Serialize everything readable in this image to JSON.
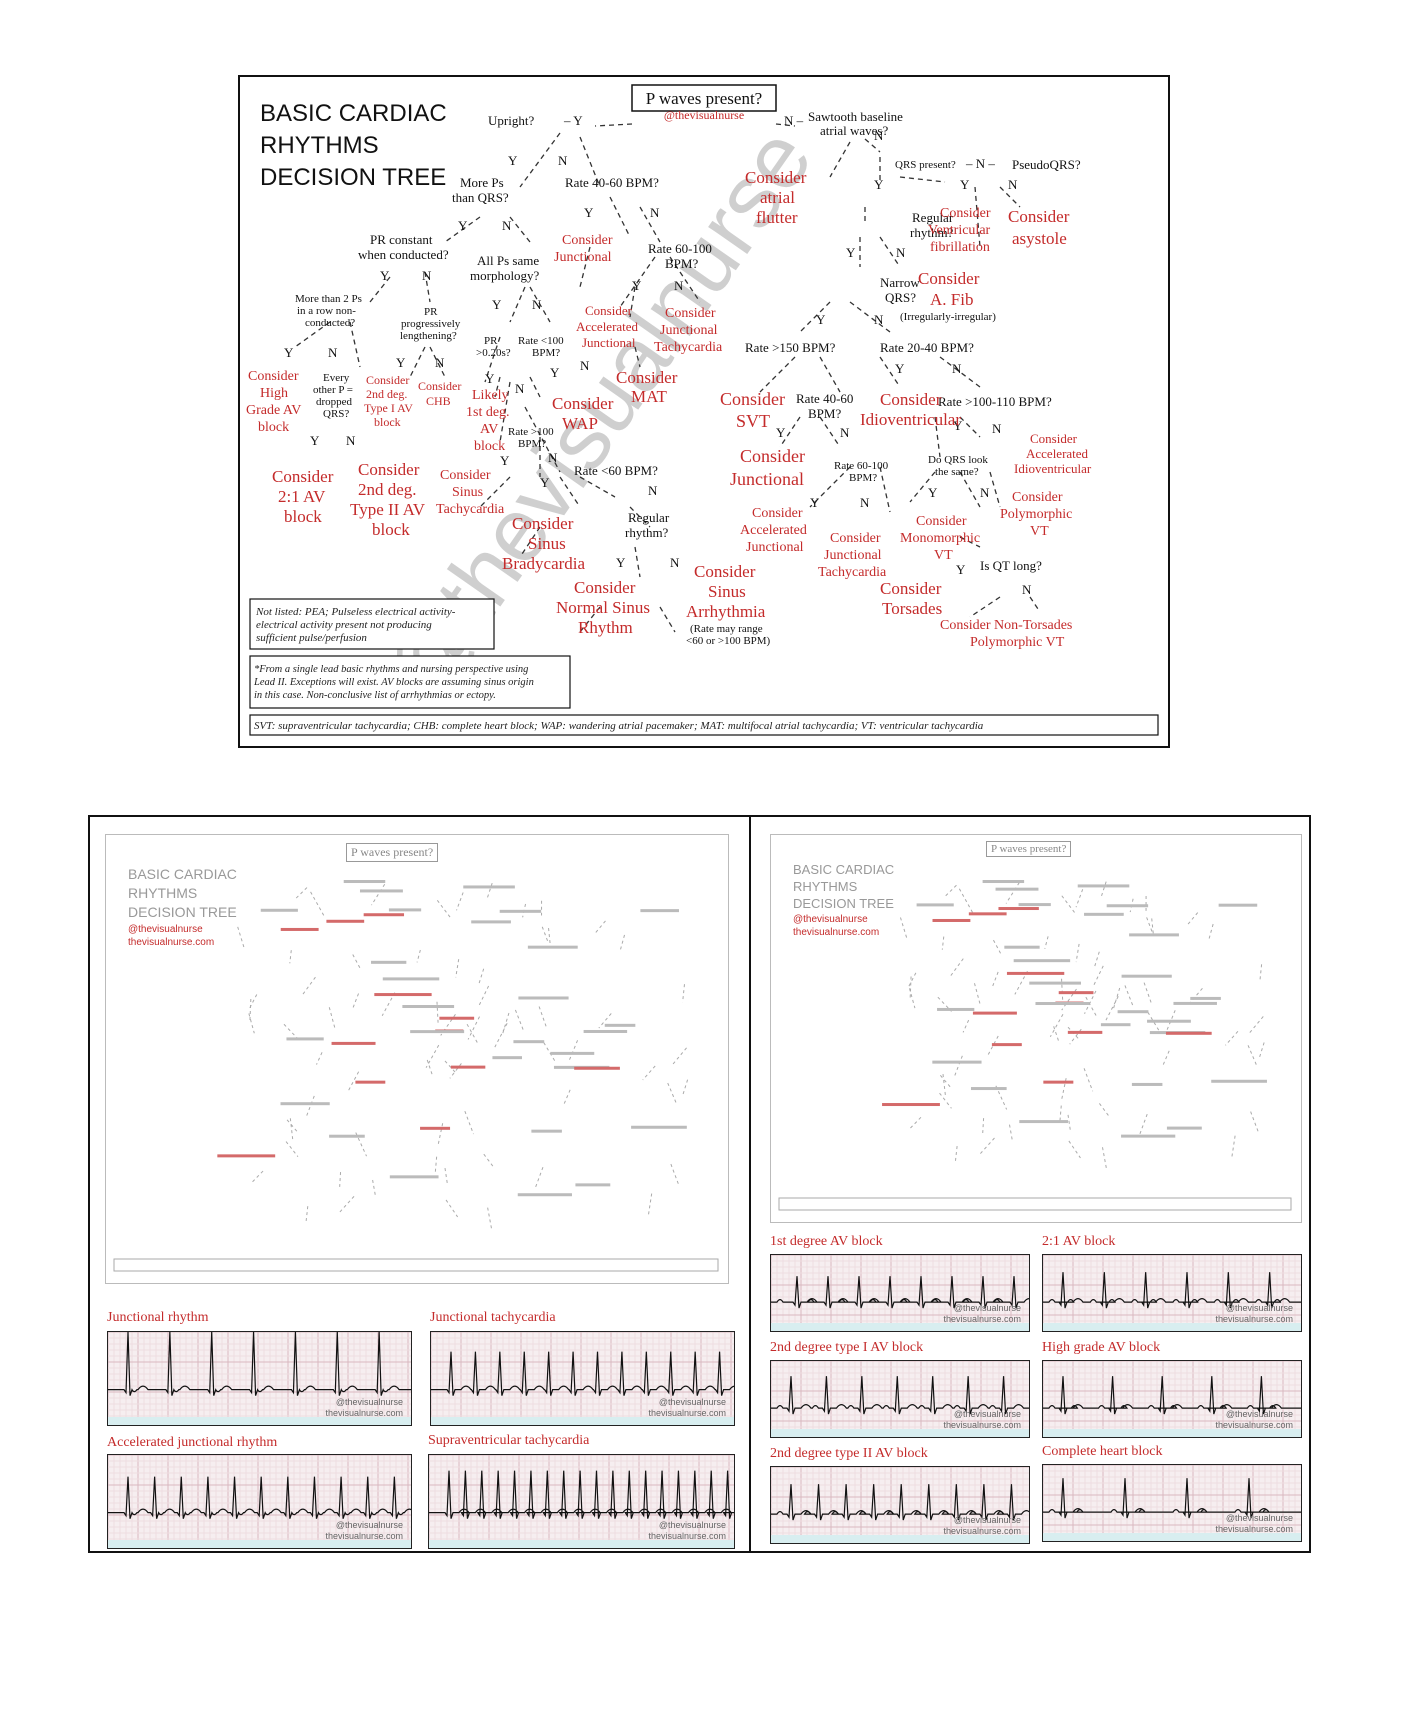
{
  "poster": {
    "title_lines": [
      "BASIC CARDIAC",
      "RHYTHMS",
      "DECISION TREE"
    ],
    "watermark": "@thevisualnurse",
    "handle_small": "@thevisualnurse",
    "root": "P waves present?",
    "questions": {
      "upright": "Upright?",
      "sawtooth": [
        "Sawtooth baseline",
        "atrial waves?"
      ],
      "qrs_present": "QRS present?",
      "pseudo_qrs": "PseudoQRS?",
      "more_ps": [
        "More Ps",
        "than QRS?"
      ],
      "rate_40_60": "Rate 40-60 BPM?",
      "pr_constant": [
        "PR constant",
        "when conducted?"
      ],
      "all_ps_same": [
        "All Ps same",
        "morphology?"
      ],
      "rate_60_100": [
        "Rate 60-100",
        "BPM?"
      ],
      "regular_rhythm": [
        "Regular",
        "rhythm?"
      ],
      "narrow_qrs": [
        "Narrow",
        "QRS?"
      ],
      "more_than_2ps": [
        "More than 2 Ps",
        "in a row non-",
        "conducted?"
      ],
      "pr_prog": [
        "PR",
        "progressively",
        "lengthening?"
      ],
      "pr_020": [
        "PR",
        ">0.20s?"
      ],
      "rate_lt100": [
        "Rate <100",
        "BPM?"
      ],
      "rate_gt150": "Rate >150 BPM?",
      "rate_20_40": "Rate 20-40 BPM?",
      "every_other": [
        "Every",
        "other P =",
        "dropped",
        "QRS?"
      ],
      "rate_gt100": [
        "Rate >100",
        "BPM?"
      ],
      "rate_40_60b": [
        "Rate 40-60",
        "BPM?"
      ],
      "rate_100_110": "Rate >100-110 BPM?",
      "rate_lt60": "Rate <60 BPM?",
      "rate_60_100b": [
        "Rate 60-100",
        "BPM?"
      ],
      "qrs_same": [
        "Do QRS look",
        "the same?"
      ],
      "regular2": [
        "Regular",
        "rhythm?"
      ],
      "qt_long": "Is QT long?"
    },
    "outcomes": {
      "atrial_flutter": [
        "Consider",
        "atrial",
        "flutter"
      ],
      "vfib": [
        "Consider",
        "Ventricular",
        "fibrillation"
      ],
      "asystole": [
        "Consider",
        "asystole"
      ],
      "junctional_top": [
        "Consider",
        "Junctional"
      ],
      "afib": [
        "Consider",
        "A. Fib"
      ],
      "afib_note": "(Irregularly-irregular)",
      "accel_junctional": [
        "Consider",
        "Accelerated",
        "Junctional"
      ],
      "junctional_tachy": [
        "Consider",
        "Junctional",
        "Tachycardia"
      ],
      "high_grade": [
        "Consider",
        "High",
        "Grade AV",
        "block"
      ],
      "second_type1": [
        "Consider",
        "2nd deg.",
        "Type I AV",
        "block"
      ],
      "chb": [
        "Consider",
        "CHB"
      ],
      "mat": [
        "Consider",
        "MAT"
      ],
      "first_deg": [
        "Likely",
        "1st deg.",
        "AV",
        "block"
      ],
      "wap": [
        "Consider",
        "WAP"
      ],
      "svt": [
        "Consider",
        "SVT"
      ],
      "idioventricular": [
        "Consider",
        "Idioventricular"
      ],
      "two_one": [
        "Consider",
        "2:1 AV",
        "block"
      ],
      "second_type2": [
        "Consider",
        "2nd deg.",
        "Type II AV",
        "block"
      ],
      "sinus_tachy": [
        "Consider",
        "Sinus",
        "Tachycardia"
      ],
      "junctional_mid": [
        "Consider",
        "Junctional"
      ],
      "accel_idio": [
        "Consider",
        "Accelerated",
        "Idioventricular"
      ],
      "accel_junctional2": [
        "Consider",
        "Accelerated",
        "Junctional"
      ],
      "junctional_tachy2": [
        "Consider",
        "Junctional",
        "Tachycardia"
      ],
      "mono_vt": [
        "Consider",
        "Monomorphic",
        "VT"
      ],
      "poly_vt": [
        "Consider",
        "Polymorphic",
        "VT"
      ],
      "sinus_brady": [
        "Consider",
        "Sinus",
        "Bradycardia"
      ],
      "nsr": [
        "Consider",
        "Normal Sinus",
        "Rhythm"
      ],
      "sinus_arrhythmia": [
        "Consider",
        "Sinus",
        "Arrhythmia"
      ],
      "arrhythmia_note": [
        "(Rate may range",
        "<60 or >100 BPM)"
      ],
      "torsades": [
        "Consider",
        "Torsades"
      ],
      "non_torsades": [
        "Consider Non-Torsades",
        "Polymorphic VT"
      ]
    },
    "note_not_listed": [
      "Not listed: PEA; Pulseless electrical activity-",
      "electrical activity present not producing",
      "sufficient pulse/perfusion"
    ],
    "note_single_lead": [
      "*From a single lead basic rhythms and nursing perspective using",
      "Lead II. Exceptions will exist. AV blocks are assuming sinus origin",
      "in this case. Non-conclusive list of arrhythmias or ectopy."
    ],
    "legend": "SVT: supraventricular tachycardia; CHB: complete heart block; WAP: wandering atrial pacemaker; MAT: multifocal atrial tachycardia; VT: ventricular tachycardia"
  },
  "thumbnails": {
    "title": "BASIC CARDIAC\nRHYTHMS\nDECISION TREE",
    "handle": "@thevisualnurse\nthevisualnurse.com",
    "root": "P waves present?"
  },
  "strips": {
    "watermark_1": "@thevisualnurse",
    "watermark_2": "thevisualnurse.com",
    "left": [
      {
        "label": "Junctional rhythm"
      },
      {
        "label": "Junctional tachycardia"
      },
      {
        "label": "Accelerated junctional rhythm"
      },
      {
        "label": "Supraventricular tachycardia"
      }
    ],
    "right": [
      {
        "label": "1st degree AV block"
      },
      {
        "label": "2:1 AV block"
      },
      {
        "label": "2nd degree type I AV block"
      },
      {
        "label": "High grade AV block"
      },
      {
        "label": "2nd degree type II AV block"
      },
      {
        "label": "Complete heart block"
      }
    ]
  }
}
